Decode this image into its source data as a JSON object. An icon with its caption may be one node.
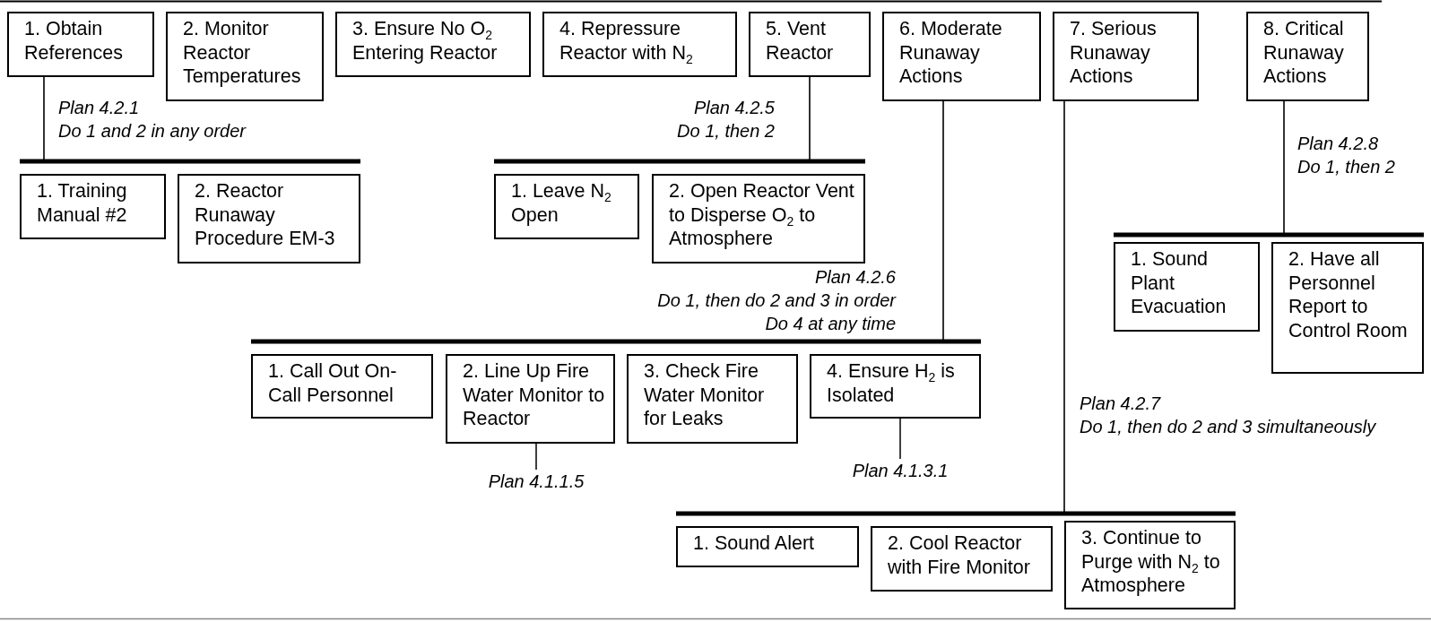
{
  "diagram": {
    "nodes": [
      {
        "text": [
          "1. Obtain References"
        ],
        "beside": [
          "Plan 4.2.1",
          "Do 1 and 2 in any order"
        ]
      },
      {
        "text": [
          "2. Monitor Reactor Temperatures"
        ]
      },
      {
        "text": [
          "3. Ensure No O$_{2}$ Entering Reactor"
        ]
      },
      {
        "text": [
          "4. Repressure Reactor with N$_{2}$"
        ]
      },
      {
        "text": [
          "5. Vent Reactor"
        ],
        "beside": [
          "Plan 4.2.5",
          "Do 1, then 2"
        ]
      },
      {
        "text": [
          "6. Moderate Runaway Actions"
        ],
        "beside": [
          "Plan 4.2.6",
          "Do 1, then do 2 and 3 in order",
          "Do 4 at any time"
        ]
      },
      {
        "text": [
          "7. Serious Runaway Actions"
        ],
        "beside": [
          "Plan 4.2.7",
          "Do 1, then do 2 and 3 simultaneously"
        ]
      },
      {
        "text": [
          "8. Critical Runaway Actions"
        ],
        "beside": [
          "Plan 4.2.8",
          "Do 1, then 2"
        ]
      },
      {
        "text": [
          "1. Training Manual #2"
        ]
      },
      {
        "text": [
          "2. Reactor Runaway Procedure EM-3"
        ]
      },
      {
        "text": [
          "1. Leave N$_{2}$ Open"
        ]
      },
      {
        "text": [
          "2. Open Reactor Vent to Disperse O$_{2}$ to Atmosphere"
        ]
      },
      {
        "text": [
          "1. Call Out On-Call Personnel"
        ]
      },
      {
        "text": [
          "2. Line Up Fire Water Monitor to Reactor"
        ]
      },
      {
        "text": [
          "3. Check Fire Water Monitor for Leaks"
        ]
      },
      {
        "text": [
          "4. Ensure H$_{2}$ is Isolated"
        ]
      },
      {
        "text": [
          "1. Sound Plant Evacuation"
        ]
      },
      {
        "text": [
          "2. Have all Personnel Report to Control Room"
        ]
      },
      {
        "text": [
          "1. Sound Alert"
        ]
      },
      {
        "text": [
          "2. Cool Reactor with Fire Monitor"
        ]
      },
      {
        "text": [
          "3. Continue to Purge with N$_{2}$ to Atmosphere"
        ]
      },
      {
        "text": [
          "Plan 4.1.1.5"
        ]
      },
      {
        "text": [
          "Plan 4.1.3.1"
        ]
      }
    ],
    "edges": [
      {
        "from": 0,
        "to": 8,
        "arrow": "none"
      },
      {
        "from": 0,
        "to": 9,
        "arrow": "none"
      },
      {
        "from": 4,
        "to": 10,
        "arrow": "none"
      },
      {
        "from": 4,
        "to": 11,
        "arrow": "none"
      },
      {
        "from": 5,
        "to": 12,
        "arrow": "none"
      },
      {
        "from": 5,
        "to": 13,
        "arrow": "none"
      },
      {
        "from": 5,
        "to": 14,
        "arrow": "none"
      },
      {
        "from": 5,
        "to": 15,
        "arrow": "none"
      },
      {
        "from": 7,
        "to": 16,
        "arrow": "none"
      },
      {
        "from": 7,
        "to": 17,
        "arrow": "none"
      },
      {
        "from": 6,
        "to": 18,
        "arrow": "none"
      },
      {
        "from": 6,
        "to": 19,
        "arrow": "none"
      },
      {
        "from": 6,
        "to": 20,
        "arrow": "none"
      },
      {
        "from": 13,
        "to": 21,
        "arrow": "none"
      },
      {
        "from": 15,
        "to": 22,
        "arrow": "none"
      }
    ]
  }
}
